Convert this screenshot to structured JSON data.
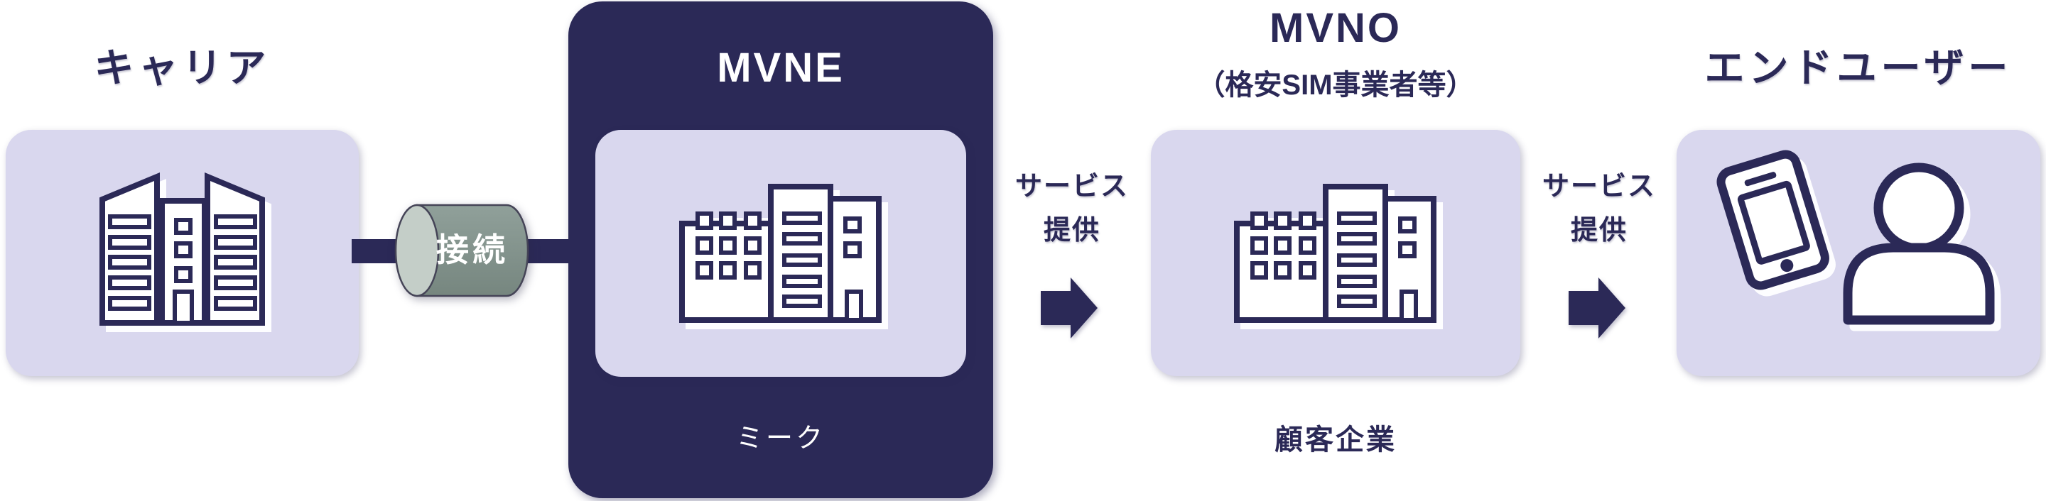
{
  "palette": {
    "navy": "#2b2957",
    "lavender": "#d9d7ee",
    "white": "#ffffff",
    "cylinder_body_top": "#90a09a",
    "cylinder_body_bottom": "#76867f",
    "cylinder_cap": "#c4cec8"
  },
  "carrier": {
    "title": "キャリア"
  },
  "connection": {
    "label": "接続"
  },
  "mvne": {
    "title": "MVNE",
    "caption": "ミーク"
  },
  "mvno": {
    "title": "MVNO",
    "subtitle": "（格安SIM事業者等）",
    "caption": "顧客企業"
  },
  "end_user": {
    "title": "エンドユーザー"
  },
  "service_links": [
    {
      "label_line1": "サービス",
      "label_line2": "提供"
    },
    {
      "label_line1": "サービス",
      "label_line2": "提供"
    }
  ],
  "icons": {
    "carrier_box": "twin-tower-building-icon",
    "mvne_box": "office-building-icon",
    "mvno_box": "office-building-icon",
    "connector": "pipe-cylinder-icon",
    "service": "right-arrow-icon",
    "end_user_box": "smartphone-and-person-icon"
  }
}
